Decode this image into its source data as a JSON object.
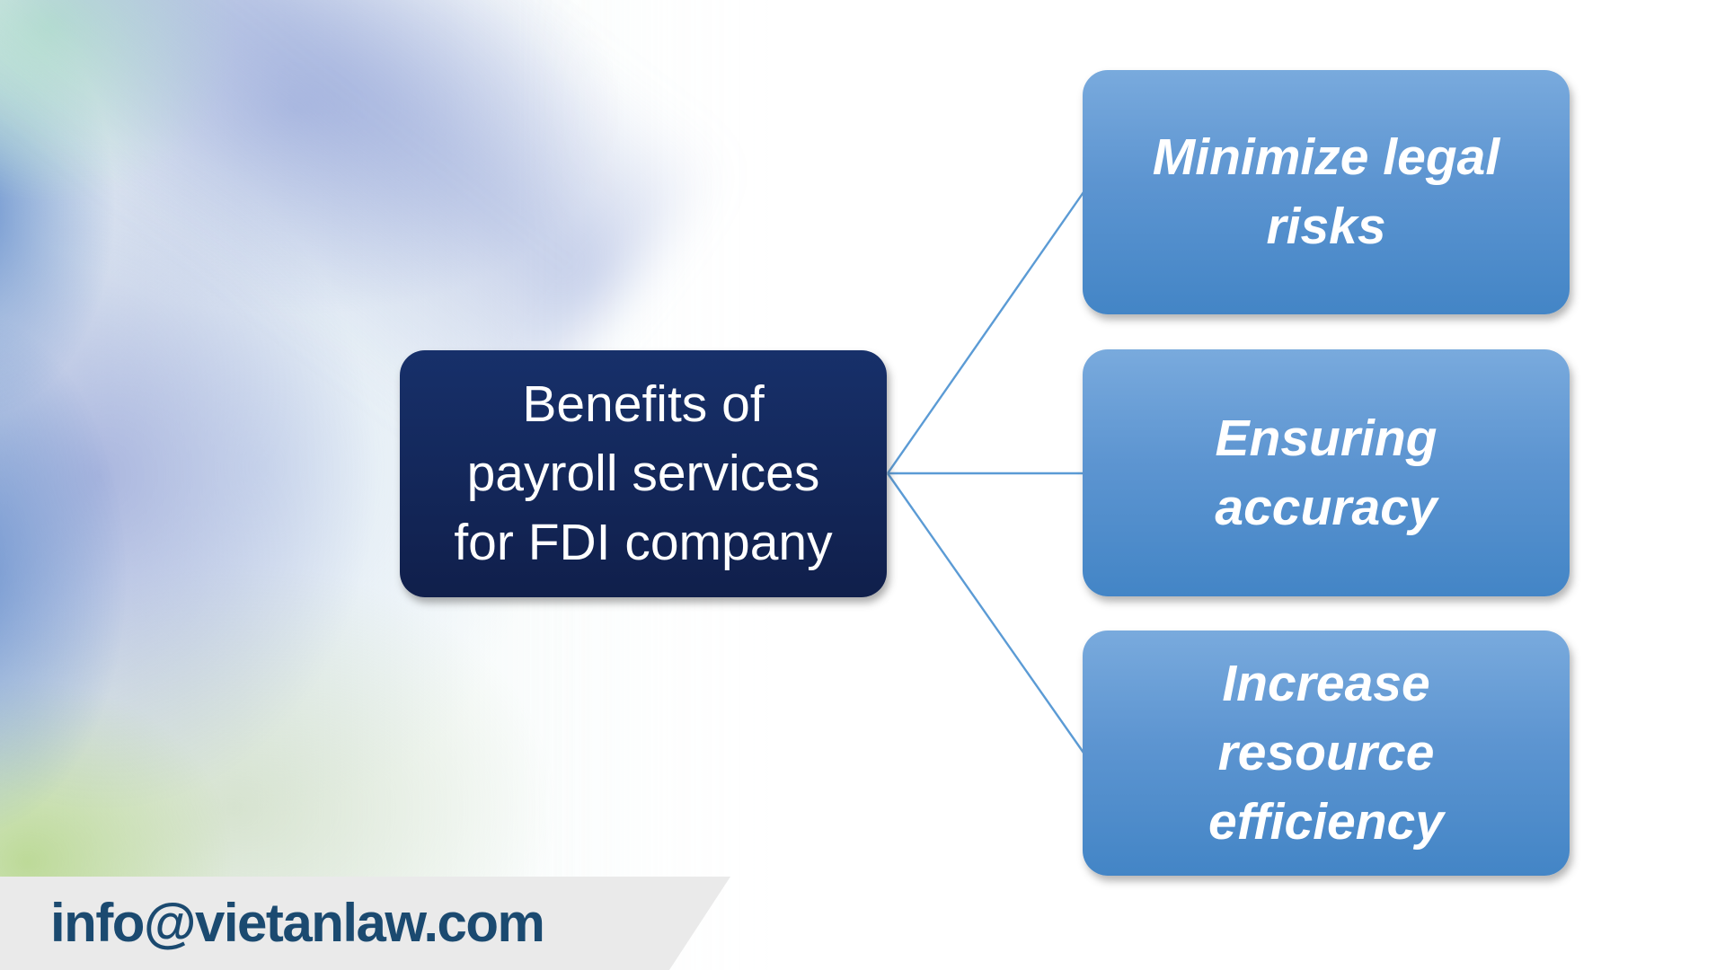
{
  "title_box": {
    "label": "Benefits of payroll services for FDI company",
    "lines": [
      "Benefits of",
      "payroll services",
      "for FDI company"
    ]
  },
  "benefit_boxes": [
    {
      "label": "Minimize legal risks",
      "lines": [
        "Minimize legal",
        "risks"
      ]
    },
    {
      "label": "Ensuring accuracy",
      "lines": [
        "Ensuring",
        "accuracy"
      ]
    },
    {
      "label": "Increase resource efficiency",
      "lines": [
        "Increase",
        "resource",
        "efficiency"
      ]
    }
  ],
  "footer": {
    "email": "info@vietanlaw.com"
  },
  "colors": {
    "center_box_top": "#17306A",
    "center_box_bottom": "#101F4B",
    "benefit_top": "#79AADD",
    "benefit_bottom": "#4385C6",
    "connector_color": "#5B9BD5",
    "footer_bg": "#EAEAEA",
    "email_color": "#1B4A70"
  }
}
